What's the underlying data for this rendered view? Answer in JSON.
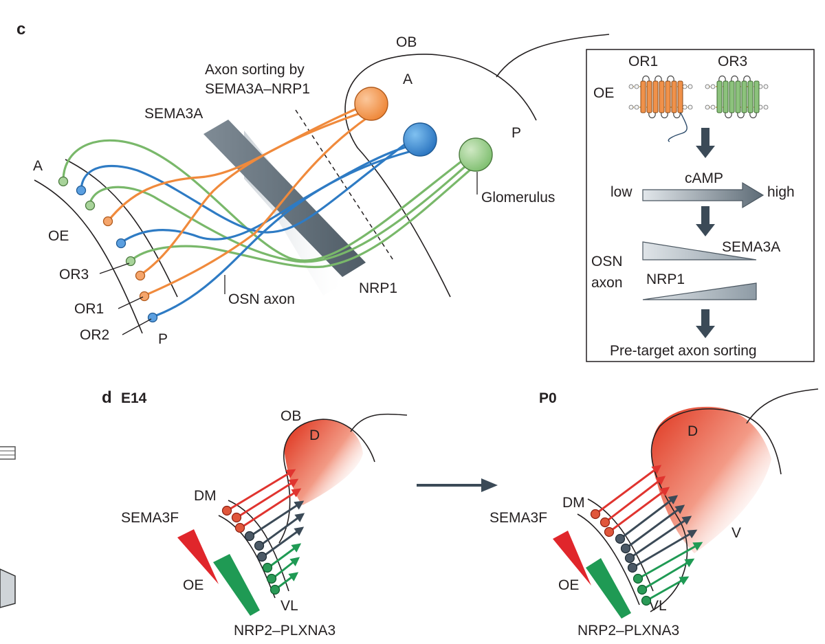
{
  "panel_c": {
    "letter": "c",
    "ob": "OB",
    "a_bulb": "A",
    "p_bulb": "P",
    "sorting_line1": "Axon sorting by",
    "sorting_line2": "SEMA3A–NRP1",
    "sema3a": "SEMA3A",
    "nrp1": "NRP1",
    "a_oe": "A",
    "oe": "OE",
    "or3": "OR3",
    "or1": "OR1",
    "or2": "OR2",
    "p_oe": "P",
    "osn_axon": "OSN axon",
    "glomerulus": "Glomerulus",
    "colors": {
      "or1": "#f08a3c",
      "or2": "#2e7bc4",
      "or3": "#79b86a"
    }
  },
  "inset": {
    "or1": "OR1",
    "or3": "OR3",
    "oe": "OE",
    "camp": "cAMP",
    "low": "low",
    "high": "high",
    "sema3a": "SEMA3A",
    "osn": "OSN",
    "axon": "axon",
    "nrp1": "NRP1",
    "result": "Pre-target axon sorting"
  },
  "panel_d": {
    "letter": "d",
    "left": {
      "stage": "E14",
      "ob": "OB",
      "d": "D",
      "dm": "DM",
      "sema3f": "SEMA3F",
      "oe": "OE",
      "vl": "VL",
      "nrp2": "NRP2–PLXNA3"
    },
    "right": {
      "stage": "P0",
      "d": "D",
      "v": "V",
      "dm": "DM",
      "sema3f": "SEMA3F",
      "oe": "OE",
      "vl": "VL",
      "nrp2": "NRP2–PLXNA3"
    },
    "colors": {
      "dorsal": "#e0342f",
      "middle": "#3b4a57",
      "ventral": "#1f9a54"
    }
  }
}
